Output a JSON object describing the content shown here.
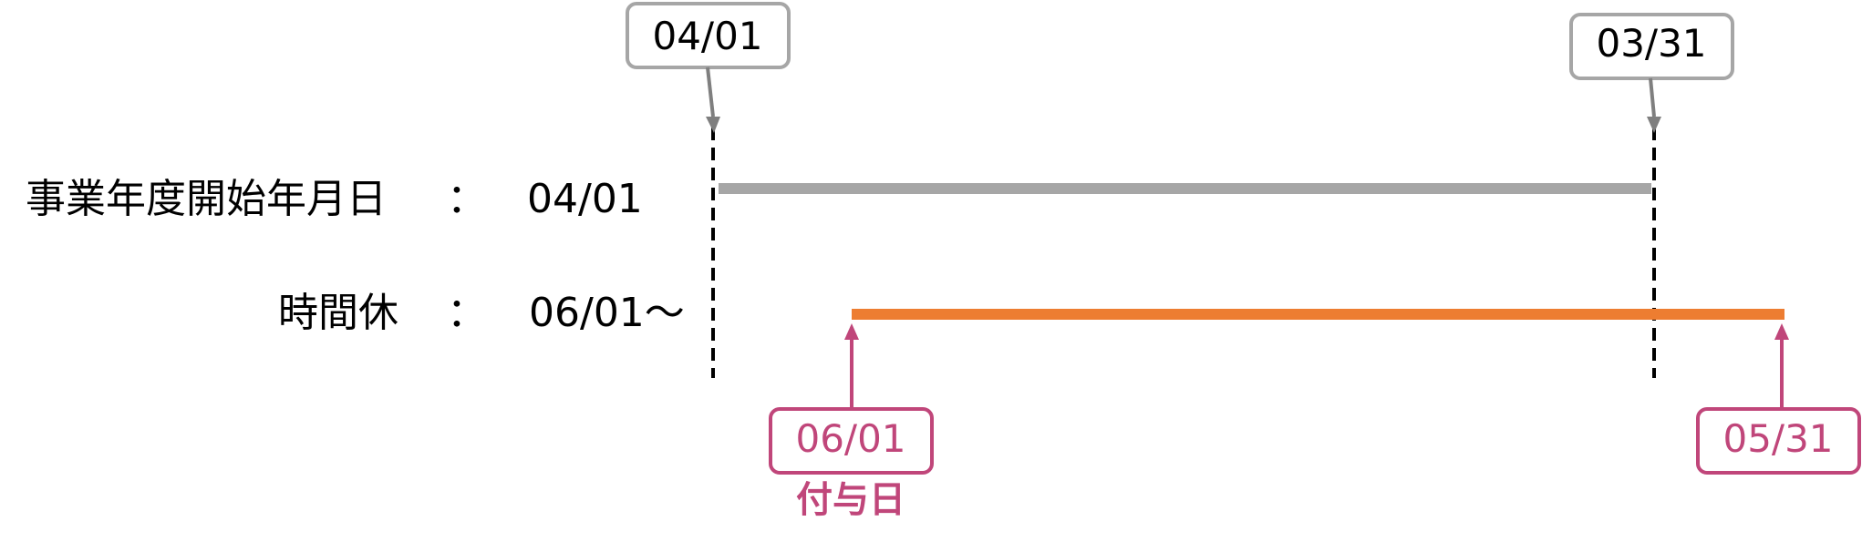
{
  "fiscal_year": {
    "label": "事業年度開始年月日",
    "colon": "：",
    "value": "04/01",
    "start_callout": "04/01",
    "end_callout": "03/31",
    "bar_color": "#a6a6a6",
    "callout_color": "#a6a6a6",
    "arrow_color": "#7f7f7f"
  },
  "hourly_leave": {
    "label": "時間休",
    "colon": "：",
    "value": "06/01～",
    "start_callout": "06/01",
    "end_callout": "05/31",
    "grant_day_label": "付与日",
    "bar_color": "#ed7d31",
    "accent_color": "#c0467a"
  }
}
